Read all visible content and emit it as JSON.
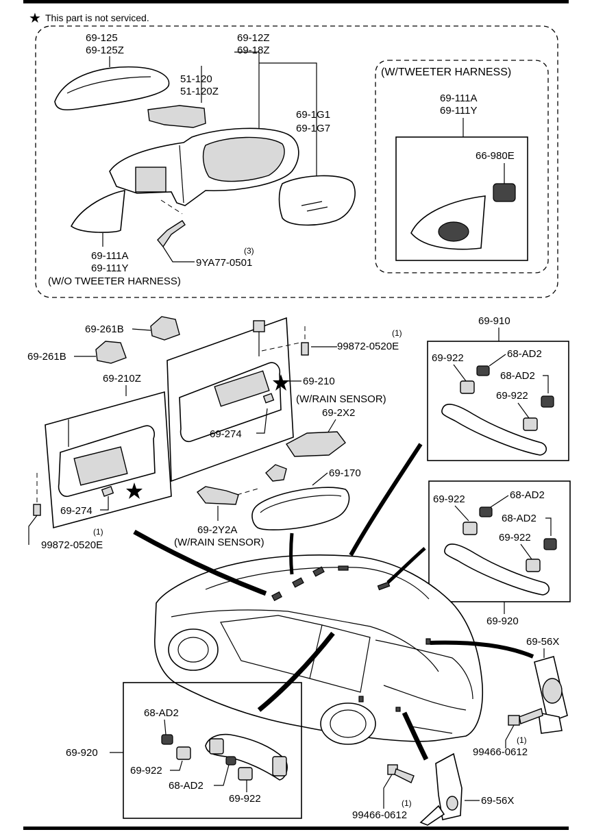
{
  "header": {
    "star": "★",
    "note": "This part is not serviced."
  },
  "colors": {
    "ink": "#000000",
    "paper": "#ffffff",
    "shade": "#d9d9d9"
  },
  "labels": {
    "p69_125": "69-125",
    "p69_125z": "69-125Z",
    "p69_12z": "69-12Z",
    "p69_18z": "69-18Z",
    "p51_120": "51-120",
    "p51_120z": "51-120Z",
    "p69_1g1": "69-1G1",
    "p69_1g7": "69-1G7",
    "tweeter_title": "(W/TWEETER HARNESS)",
    "tw_69_111a": "69-111A",
    "tw_69_111y": "69-111Y",
    "p66_980e": "66-980E",
    "p69_111a": "69-111A",
    "p69_111y": "69-111Y",
    "wo_tweeter": "(W/O TWEETER HARNESS)",
    "bolt_9ya": "9YA77-0501",
    "bolt_9ya_qty": "(3)",
    "p69_261b_a": "69-261B",
    "p69_261b_b": "69-261B",
    "p69_210z": "69-210Z",
    "p69_210": "69-210",
    "screw_r": "99872-0520E",
    "screw_r_qty": "(1)",
    "rain_sensor_a": "(W/RAIN SENSOR)",
    "p69_2x2": "69-2X2",
    "p69_274_a": "69-274",
    "p69_274_b": "69-274",
    "screw_l": "99872-0520E",
    "screw_l_qty": "(1)",
    "p69_170": "69-170",
    "p69_2y2a": "69-2Y2A",
    "rain_sensor_b": "(W/RAIN SENSOR)",
    "p69_910": "69-910",
    "g1_69_922_a": "69-922",
    "g1_68_ad2_a": "68-AD2",
    "g1_68_ad2_b": "68-AD2",
    "g1_69_922_b": "69-922",
    "g2_69_922_a": "69-922",
    "g2_68_ad2_a": "68-AD2",
    "g2_68_ad2_b": "68-AD2",
    "g2_69_922_b": "69-922",
    "p69_920_r": "69-920",
    "p69_56x_a": "69-56X",
    "bolt_99466_a": "99466-0612",
    "bolt_99466_a_qty": "(1)",
    "p69_920_l": "69-920",
    "g3_68_ad2_a": "68-AD2",
    "g3_69_922_a": "69-922",
    "g3_68_ad2_b": "68-AD2",
    "g3_69_922_b": "69-922",
    "bolt_99466_b": "99466-0612",
    "bolt_99466_b_qty": "(1)",
    "p69_56x_b": "69-56X"
  }
}
